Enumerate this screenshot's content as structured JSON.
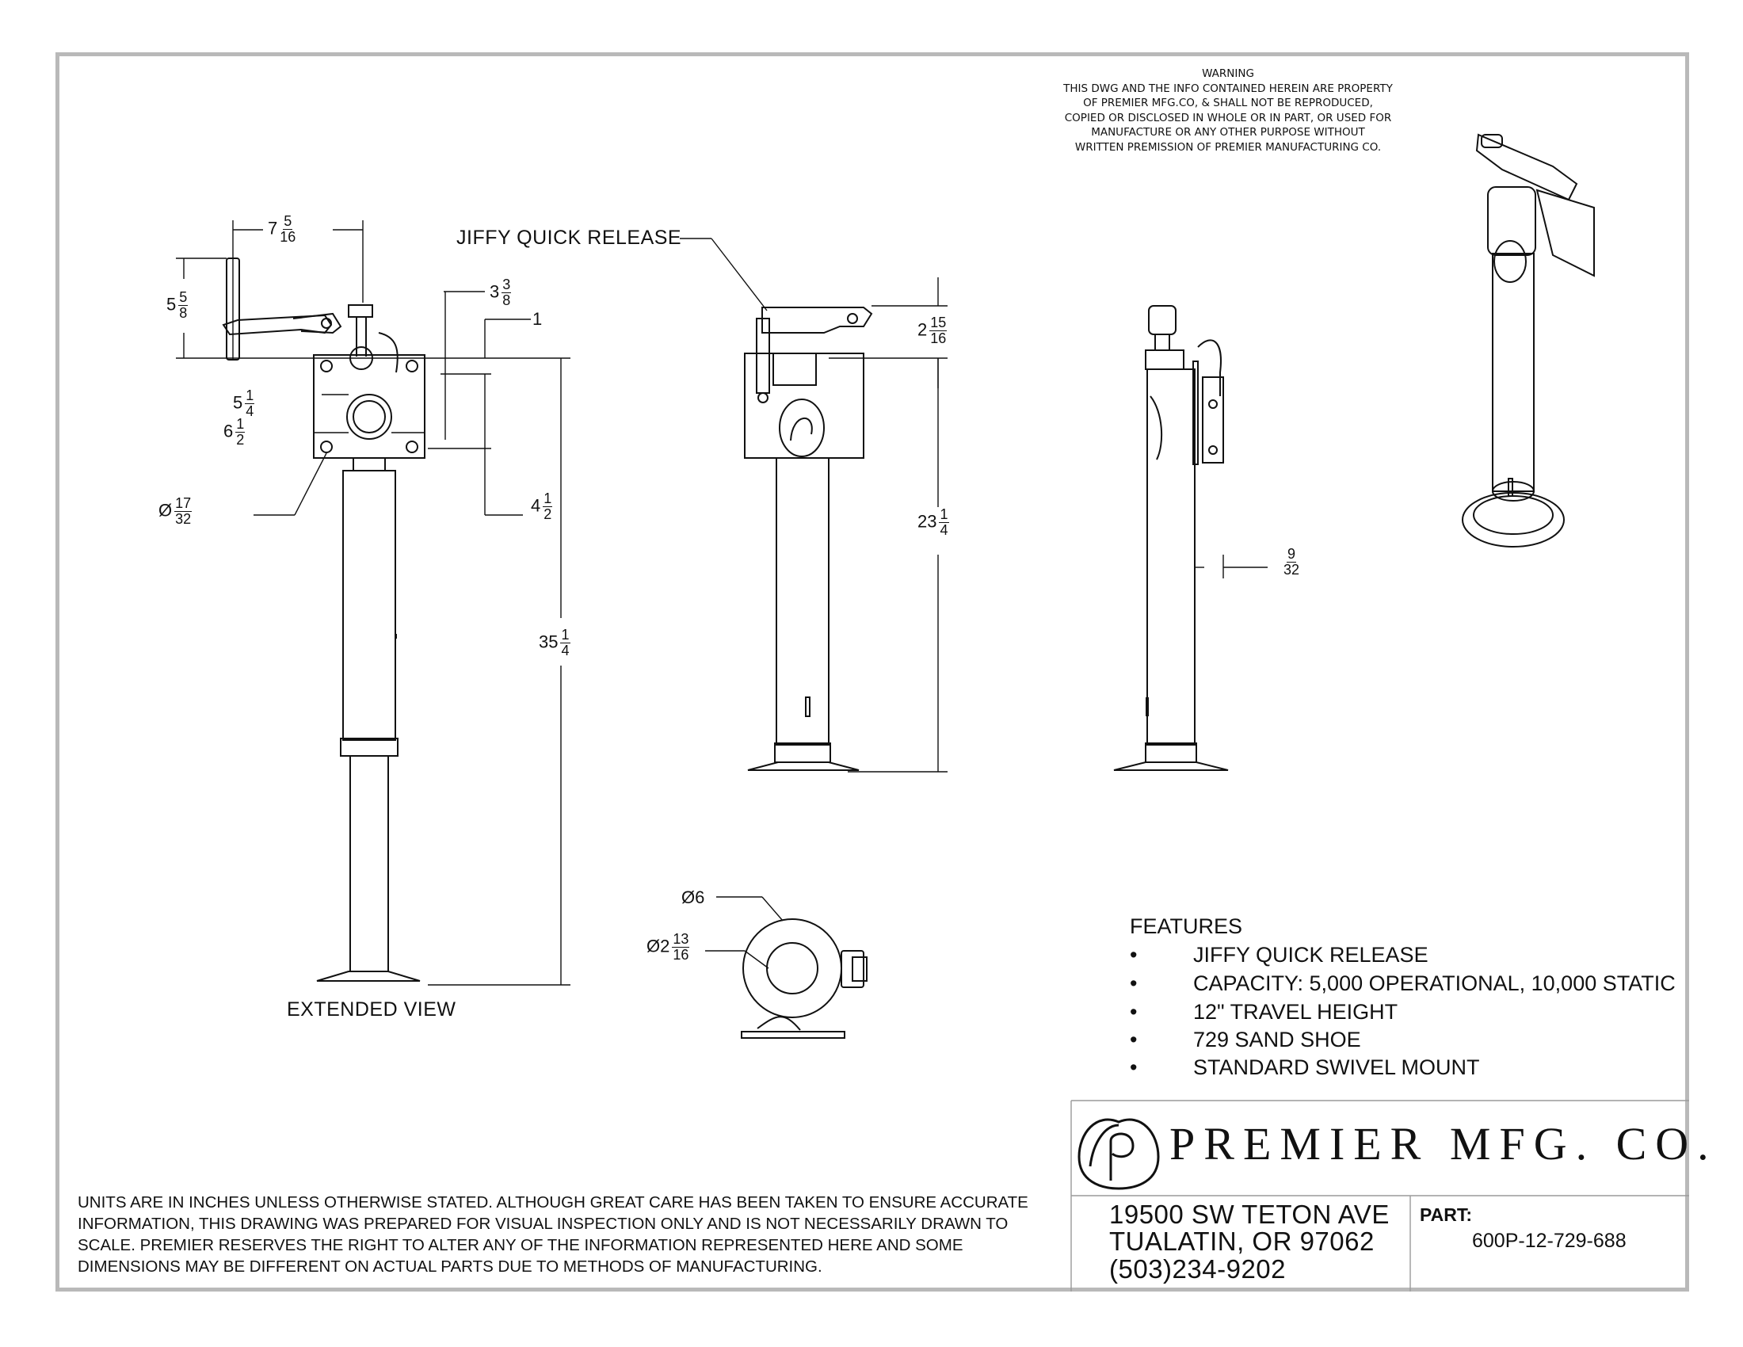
{
  "warning": {
    "lines": [
      "WARNING",
      "THIS DWG AND THE INFO CONTAINED HEREIN ARE PROPERTY",
      "OF PREMIER MFG.CO, & SHALL NOT BE REPRODUCED,",
      "COPIED OR DISCLOSED IN WHOLE OR IN PART, OR USED FOR",
      "MANUFACTURE OR ANY OTHER PURPOSE WITHOUT",
      "WRITTEN PREMISSION OF PREMIER MANUFACTURING CO."
    ]
  },
  "labels": {
    "jiffy": "JIFFY QUICK RELEASE",
    "extended_view": "EXTENDED VIEW"
  },
  "dims": {
    "d7": {
      "whole": "7",
      "num": "5",
      "den": "16"
    },
    "d5_8": {
      "whole": "5",
      "num": "5",
      "den": "8"
    },
    "d3": {
      "whole": "3",
      "num": "3",
      "den": "8"
    },
    "d1": {
      "whole": "1"
    },
    "d5_1_4": {
      "whole": "5",
      "num": "1",
      "den": "4"
    },
    "d6": {
      "whole": "6",
      "num": "1",
      "den": "2"
    },
    "dia17": {
      "prefix": "Ø",
      "num": "17",
      "den": "32"
    },
    "d4": {
      "whole": "4",
      "num": "1",
      "den": "2"
    },
    "d35": {
      "whole": "35",
      "num": "1",
      "den": "4"
    },
    "d2": {
      "whole": "2",
      "num": "15",
      "den": "16"
    },
    "d23": {
      "whole": "23",
      "num": "1",
      "den": "4"
    },
    "d9": {
      "num": "9",
      "den": "32"
    },
    "dia6": {
      "prefix": "Ø",
      "whole": "6"
    },
    "dia2": {
      "prefix": "Ø",
      "whole": "2",
      "num": "13",
      "den": "16"
    }
  },
  "features": {
    "title": "FEATURES",
    "bullet": "•",
    "items": [
      "JIFFY QUICK RELEASE",
      "CAPACITY: 5,000 OPERATIONAL, 10,000 STATIC",
      "12\" TRAVEL HEIGHT",
      "729 SAND SHOE",
      "STANDARD SWIVEL MOUNT"
    ]
  },
  "title_block": {
    "company": "PREMIER MFG. CO.",
    "address": [
      "19500 SW TETON AVE",
      "TUALATIN, OR 97062",
      "(503)234-9202"
    ],
    "part_label": "PART:",
    "part_number": "600P-12-729-688"
  },
  "notes": {
    "lines": [
      "UNITS ARE IN INCHES UNLESS OTHERWISE STATED.  ALTHOUGH GREAT CARE HAS BEEN TAKEN TO ENSURE ACCURATE",
      "INFORMATION, THIS DRAWING WAS PREPARED FOR VISUAL INSPECTION ONLY AND IS NOT NECESSARILY DRAWN TO",
      "SCALE.  PREMIER RESERVES THE RIGHT TO ALTER ANY OF THE INFORMATION REPRESENTED HERE AND SOME",
      "DIMENSIONS MAY BE DIFFERENT ON ACTUAL PARTS DUE TO METHODS OF MANUFACTURING."
    ]
  }
}
